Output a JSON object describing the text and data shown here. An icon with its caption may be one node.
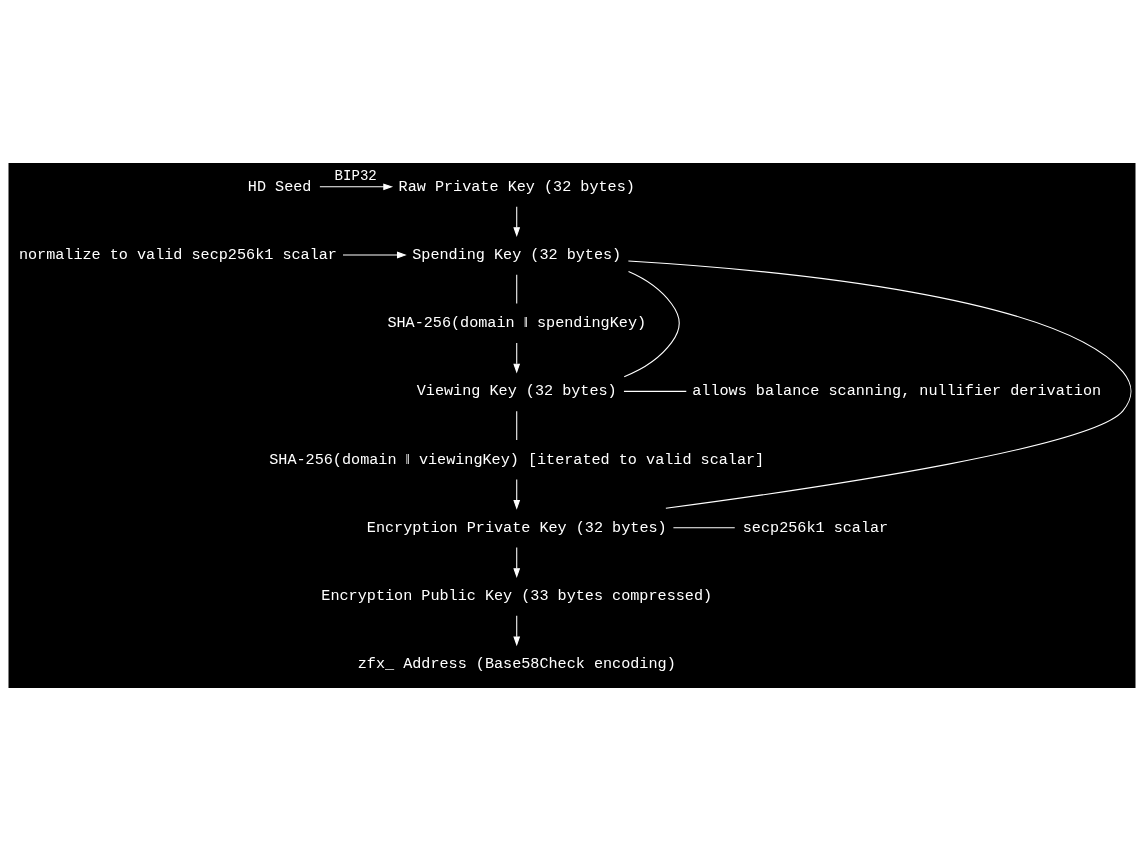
{
  "diagram": {
    "nodes": [
      {
        "text": [
          "HD Seed"
        ]
      },
      {
        "text": [
          "Raw Private Key (32 bytes)"
        ]
      },
      {
        "text": [
          "Spending Key (32 bytes)"
        ]
      },
      {
        "text": [
          "normalize to valid secp256k1 scalar"
        ]
      },
      {
        "text": [
          "SHA-256(domain ‖ spendingKey)"
        ]
      },
      {
        "text": [
          "Viewing Key (32 bytes)"
        ]
      },
      {
        "text": [
          "allows balance scanning, nullifier derivation"
        ]
      },
      {
        "text": [
          "SHA-256(domain ‖ viewingKey) [iterated to valid scalar]"
        ]
      },
      {
        "text": [
          "Encryption Private Key (32 bytes)"
        ]
      },
      {
        "text": [
          "secp256k1 scalar"
        ]
      },
      {
        "text": [
          "Encryption Public Key (33 bytes compressed)"
        ]
      },
      {
        "text": [
          "zfx_ Address (Base58Check encoding)"
        ]
      }
    ],
    "edges": [
      {
        "from": 0,
        "to": 1,
        "arrow": "to",
        "label": "BIP32"
      },
      {
        "from": 1,
        "to": 2,
        "arrow": "to"
      },
      {
        "from": 3,
        "to": 2,
        "arrow": "to"
      },
      {
        "from": 2,
        "to": 4,
        "arrow": "none"
      },
      {
        "from": 4,
        "to": 5,
        "arrow": "to"
      },
      {
        "from": 5,
        "to": 6,
        "arrow": "none"
      },
      {
        "from": 5,
        "to": 7,
        "arrow": "none"
      },
      {
        "from": 7,
        "to": 8,
        "arrow": "to"
      },
      {
        "from": 8,
        "to": 9,
        "arrow": "none"
      },
      {
        "from": 8,
        "to": 10,
        "arrow": "to"
      },
      {
        "from": 10,
        "to": 11,
        "arrow": "to"
      },
      {
        "from": 2,
        "to": 5,
        "arrow": "none"
      },
      {
        "from": 2,
        "to": 8,
        "arrow": "none"
      }
    ]
  }
}
